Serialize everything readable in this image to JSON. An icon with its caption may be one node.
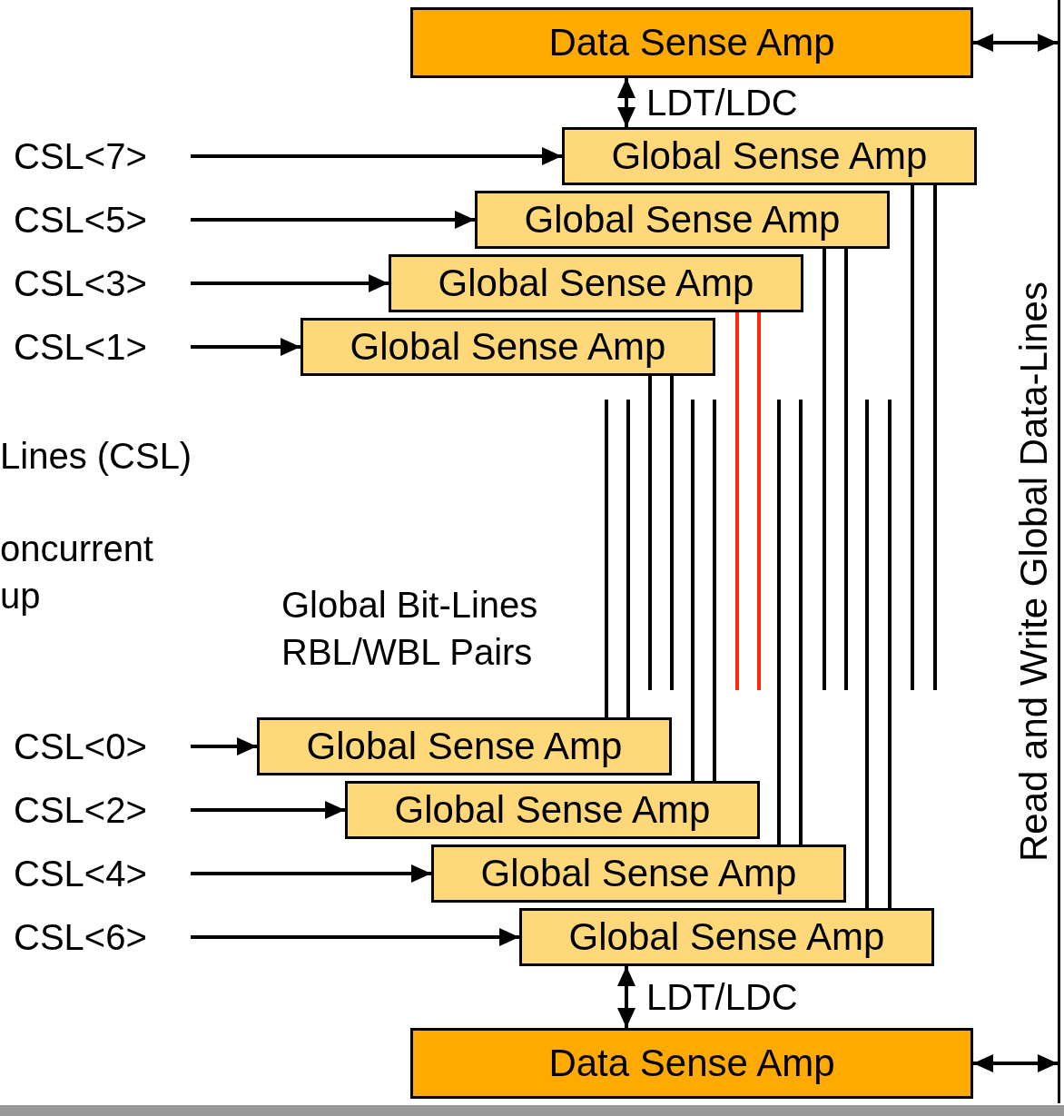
{
  "diagram": {
    "nodes": [
      {
        "text": [
          "Data Sense Amp"
        ]
      },
      {
        "text": [
          "CSL<7>"
        ]
      },
      {
        "text": [
          "Global Sense Amp"
        ]
      },
      {
        "text": [
          "CSL<5>"
        ]
      },
      {
        "text": [
          "Global Sense Amp"
        ]
      },
      {
        "text": [
          "CSL<3>"
        ]
      },
      {
        "text": [
          "Global Sense Amp"
        ]
      },
      {
        "text": [
          "CSL<1>"
        ]
      },
      {
        "text": [
          "Global Sense Amp"
        ]
      },
      {
        "text": [
          "CSL<0>"
        ]
      },
      {
        "text": [
          "Global Sense Amp"
        ]
      },
      {
        "text": [
          "CSL<2>"
        ]
      },
      {
        "text": [
          "Global Sense Amp"
        ]
      },
      {
        "text": [
          "CSL<4>"
        ]
      },
      {
        "text": [
          "Global Sense Amp"
        ]
      },
      {
        "text": [
          "CSL<6>"
        ]
      },
      {
        "text": [
          "Global Sense Amp"
        ]
      },
      {
        "text": [
          "Data Sense Amp"
        ]
      },
      {
        "text": [],
        "shape": "bar",
        "beside": [
          "Read and Write Global Data-Lines"
        ]
      }
    ],
    "edges": [
      {
        "from": 0,
        "to": 2,
        "arrow": "both",
        "label": "LDT/LDC"
      },
      {
        "from": 1,
        "to": 2,
        "arrow": "to"
      },
      {
        "from": 3,
        "to": 4,
        "arrow": "to"
      },
      {
        "from": 5,
        "to": 6,
        "arrow": "to"
      },
      {
        "from": 7,
        "to": 8,
        "arrow": "to"
      },
      {
        "from": 9,
        "to": 10,
        "arrow": "to"
      },
      {
        "from": 11,
        "to": 12,
        "arrow": "to"
      },
      {
        "from": 13,
        "to": 14,
        "arrow": "to"
      },
      {
        "from": 15,
        "to": 16,
        "arrow": "to"
      },
      {
        "from": 16,
        "to": 17,
        "arrow": "both",
        "label": "LDT/LDC"
      },
      {
        "from": 0,
        "to": 18,
        "arrow": "both"
      },
      {
        "from": 17,
        "to": 18,
        "arrow": "both"
      },
      {
        "from": 2,
        "to": null,
        "arrow": "none"
      },
      {
        "from": 2,
        "to": null,
        "arrow": "none"
      },
      {
        "from": 4,
        "to": null,
        "arrow": "none"
      },
      {
        "from": 4,
        "to": null,
        "arrow": "none"
      },
      {
        "from": 6,
        "to": null,
        "arrow": "none",
        "color": "#ff2a00"
      },
      {
        "from": 6,
        "to": null,
        "arrow": "none",
        "color": "#ff2a00"
      },
      {
        "from": 8,
        "to": null,
        "arrow": "none"
      },
      {
        "from": 8,
        "to": null,
        "arrow": "none"
      },
      {
        "from": 10,
        "to": null,
        "arrow": "none"
      },
      {
        "from": 10,
        "to": null,
        "arrow": "none"
      },
      {
        "from": 12,
        "to": null,
        "arrow": "none"
      },
      {
        "from": 12,
        "to": null,
        "arrow": "none"
      },
      {
        "from": 14,
        "to": null,
        "arrow": "none"
      },
      {
        "from": 14,
        "to": null,
        "arrow": "none"
      },
      {
        "from": 16,
        "to": null,
        "arrow": "none"
      },
      {
        "from": 16,
        "to": null,
        "arrow": "none"
      }
    ],
    "labels": [
      "Lines (CSL)",
      "oncurrent up",
      "Global Bit-Lines RBL/WBL Pairs"
    ]
  }
}
